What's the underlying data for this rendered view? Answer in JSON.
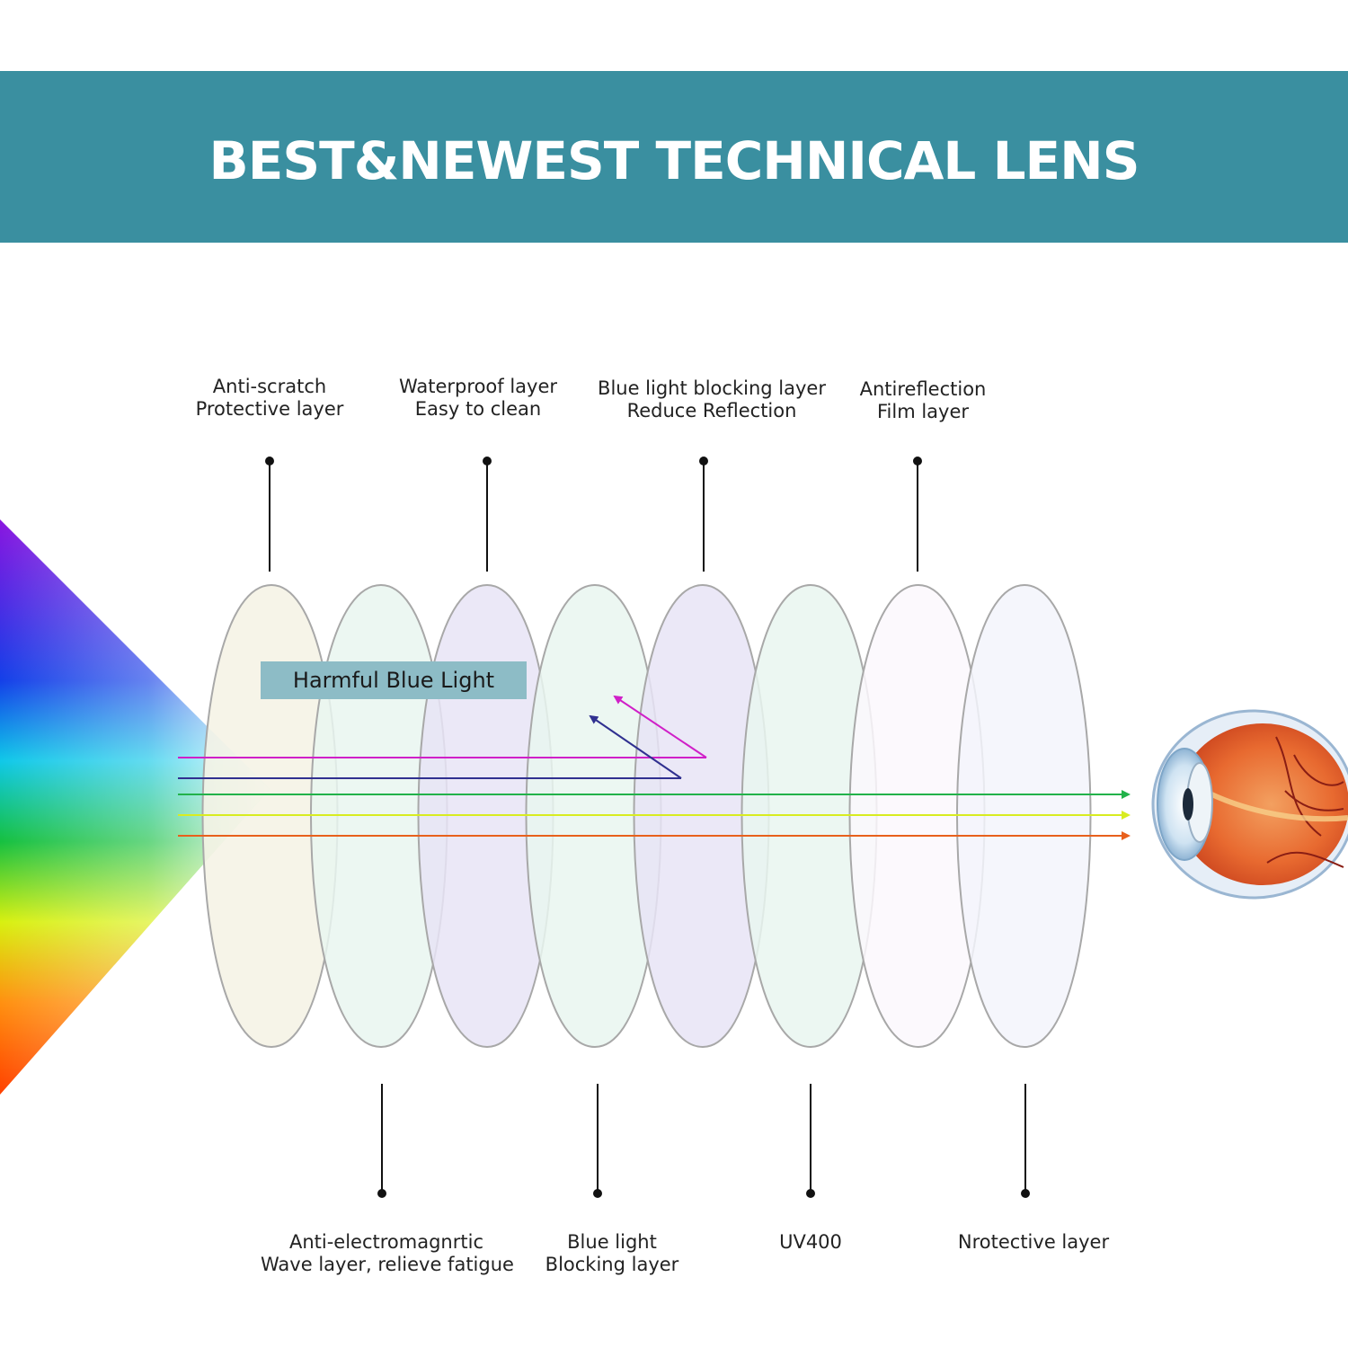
{
  "header": {
    "title": "BEST&NEWEST TECHNICAL LENS",
    "background_color": "#3a8fa0"
  },
  "callout": {
    "text": "Harmful Blue Light"
  },
  "labels_top": [
    {
      "line1": "Anti-scratch",
      "line2": "Protective layer"
    },
    {
      "line1": "Waterproof layer",
      "line2": "Easy to clean"
    },
    {
      "line1": "Blue light blocking layer",
      "line2": "Reduce Reflection"
    },
    {
      "line1": "Antireflection",
      "line2": "Film layer"
    }
  ],
  "labels_bottom": [
    {
      "line1": "Anti-electromagnrtic",
      "line2": "Wave layer, relieve fatigue"
    },
    {
      "line1": "Blue light",
      "line2": "Blocking layer"
    },
    {
      "line1": "UV400",
      "line2": ""
    },
    {
      "line1": "Nrotective layer",
      "line2": ""
    }
  ],
  "lens_colors": [
    "#f5f3e6",
    "#e9f6f0",
    "#e8e4f6",
    "#e9f6f0",
    "#e8e4f6",
    "#e9f6f0",
    "#fbf8fd",
    "#f3f5fb"
  ],
  "ray_colors": {
    "magenta": "#d020c8",
    "blue": "#303090",
    "green": "#22b24a",
    "yellow": "#d8ec20",
    "orange": "#e8601c"
  },
  "icons": [
    "rainbow-light-beam",
    "eyeball-illustration"
  ]
}
